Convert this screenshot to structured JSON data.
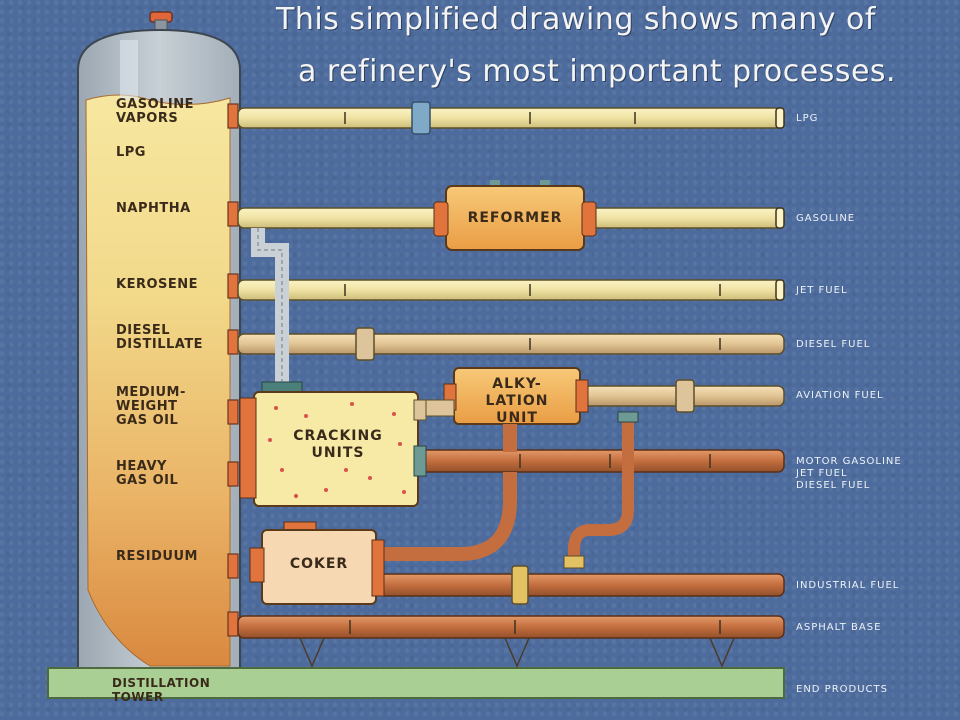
{
  "title": {
    "line1": "This simplified drawing shows many of",
    "line2": "a refinery's most important processes."
  },
  "tower": {
    "fractions": [
      "GASOLINE VAPORS",
      "LPG",
      "NAPHTHA",
      "KEROSENE",
      "DIESEL DISTILLATE",
      "MEDIUM-WEIGHT GAS OIL",
      "HEAVY GAS OIL",
      "RESIDUUM"
    ],
    "fraction_lines": {
      "gasoline_vapors": [
        "GASOLINE",
        "VAPORS"
      ],
      "lpg": [
        "LPG"
      ],
      "naphtha": [
        "NAPHTHA"
      ],
      "kerosene": [
        "KEROSENE"
      ],
      "diesel_distillate": [
        "DIESEL",
        "DISTILLATE"
      ],
      "medium_gas_oil": [
        "MEDIUM-",
        "WEIGHT",
        "GAS OIL"
      ],
      "heavy_gas_oil": [
        "HEAVY",
        "GAS OIL"
      ],
      "residuum": [
        "RESIDUUM"
      ]
    },
    "base_label": [
      "DISTILLATION",
      "TOWER"
    ]
  },
  "units": {
    "reformer": "REFORMER",
    "alkylation": [
      "ALKY-",
      "LATION UNIT"
    ],
    "cracking": [
      "CRACKING",
      "UNITS"
    ],
    "coker": "COKER"
  },
  "outputs": {
    "lpg": "LPG",
    "gasoline": "GASOLINE",
    "jet_fuel": "JET FUEL",
    "diesel_fuel": "DIESEL FUEL",
    "aviation_fuel": "AVIATION FUEL",
    "motor_gasoline": [
      "MOTOR GASOLINE",
      "JET FUEL",
      "DIESEL FUEL"
    ],
    "industrial_fuel": "INDUSTRIAL FUEL",
    "asphalt_base": "ASPHALT BASE",
    "end_products": "END PRODUCTS"
  },
  "colors": {
    "background": "#4d6c9d",
    "tower_glass": "#b9c3cb",
    "light_pipe": "#ede0a0",
    "mid_pipe": "#dec49a",
    "dark_pipe": "#c06a3a",
    "unit_fill": "#f3b45a",
    "connector": "#d8683a",
    "ground": "#9ec58c"
  }
}
